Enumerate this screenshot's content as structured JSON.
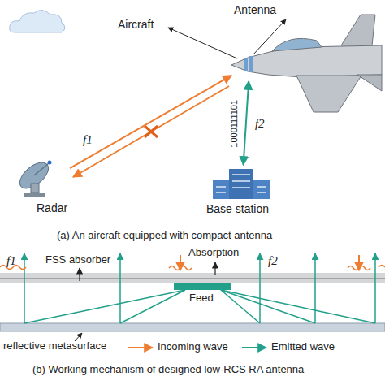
{
  "diagram": {
    "nodes": [
      {
        "text": [
          "Radar"
        ]
      },
      {
        "text": [
          "Aircraft",
          "Antenna"
        ]
      },
      {
        "text": [
          "Base station"
        ]
      },
      {
        "text": [
          "Feed"
        ]
      }
    ],
    "edges": [
      {
        "from": 0,
        "to": 1,
        "arrow": "to",
        "label": "f1"
      },
      {
        "from": 1,
        "to": 2,
        "arrow": "both",
        "label": "f2"
      }
    ],
    "labels": [
      "1000111101",
      "(a) An aircraft equipped with compact antenna",
      "f1",
      "FSS absorber",
      "Absorption",
      "f2",
      "reflective metasurface",
      "(b) Working mechanism of designed low-RCS RA antenna"
    ],
    "legend": [
      {
        "text": "Incoming wave"
      },
      {
        "text": "Emitted wave"
      }
    ]
  }
}
